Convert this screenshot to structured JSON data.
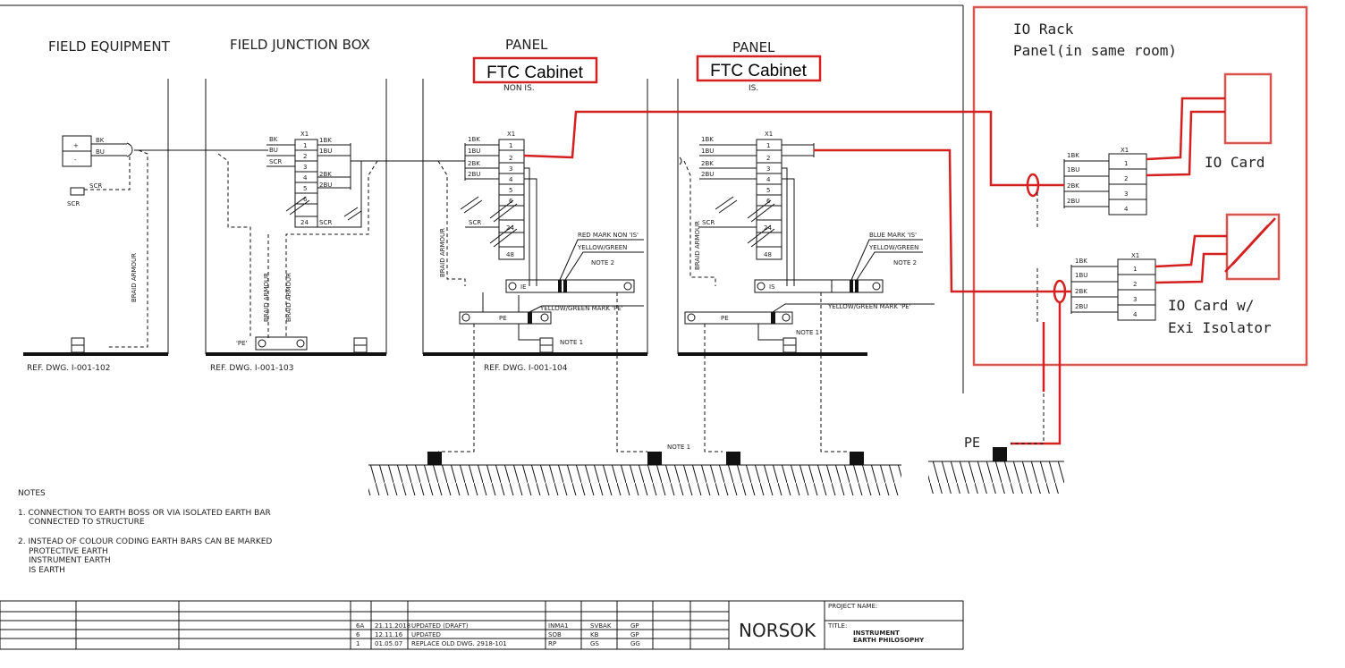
{
  "sections": {
    "field_equipment": "FIELD EQUIPMENT",
    "field_junction_box": "FIELD JUNCTION BOX",
    "panel_non_is": "PANEL",
    "panel_is": "PANEL",
    "non_is": "NON IS.",
    "is": "IS."
  },
  "ftc_labels": [
    "FTC Cabinet",
    "FTC Cabinet"
  ],
  "io_rack": {
    "title_line1": "IO Rack",
    "title_line2": "Panel(in same room)",
    "io_card": "IO Card",
    "io_card_exi_line1": "IO Card w/",
    "io_card_exi_line2": "Exi Isolator",
    "pe": "PE"
  },
  "labels": {
    "bk": "BK",
    "bu": "BU",
    "scr": "SCR",
    "x1": "X1",
    "plus": "+",
    "minus": "-",
    "braid_armour": "BRAID ARMOUR",
    "pe_quoted": "'PE'",
    "pe": "PE",
    "ie": "IE",
    "is_bar": "IS",
    "red_mark": "RED MARK NON 'IS'",
    "blue_mark": "BLUE MARK 'IS'",
    "yellow_green": "YELLOW/GREEN",
    "yellow_green_pe": "YELLOW/GREEN MARK 'PE'",
    "note1": "NOTE 1",
    "note2": "NOTE 2",
    "ref1": "REF. DWG. I-001-102",
    "ref2": "REF. DWG. I-001-103",
    "ref3": "REF. DWG. I-001-104",
    "t1bk": "1BK",
    "t1bu": "1BU",
    "t2bk": "2BK",
    "t2bu": "2BU",
    "terms": [
      "1",
      "2",
      "3",
      "4",
      "5",
      "6",
      "24",
      "48"
    ]
  },
  "notes": {
    "title": "NOTES",
    "n1_line1": "1. CONNECTION TO EARTH BOSS OR VIA ISOLATED EARTH BAR",
    "n1_line2": "CONNECTED TO STRUCTURE",
    "n2_line1": "2. INSTEAD OF COLOUR CODING EARTH BARS CAN BE MARKED",
    "n2_line2": "PROTECTIVE EARTH",
    "n2_line3": "INSTRUMENT EARTH",
    "n2_line4": "IS EARTH"
  },
  "title_block": {
    "rows": [
      {
        "rev": "6A",
        "date": "21.11.2018",
        "desc": "UPDATED (DRAFT)",
        "by": "INMA1",
        "chk": "SVBAK",
        "app": "GP"
      },
      {
        "rev": "6",
        "date": "12.11.16",
        "desc": "UPDATED",
        "by": "SOB",
        "chk": "KB",
        "app": "GP"
      },
      {
        "rev": "1",
        "date": "01.05.07",
        "desc": "REPLACE OLD DWG. 2918-101",
        "by": "RP",
        "chk": "GS",
        "app": "GG"
      }
    ],
    "logo": "NORSOK",
    "project_name_label": "PROJECT NAME:",
    "title_label": "TITLE:",
    "title_line1": "INSTRUMENT",
    "title_line2": "EARTH PHILOSOPHY"
  },
  "colors": {
    "annotation_red": "#d42020",
    "box_red": "#d9534f",
    "line_black": "#111111"
  }
}
